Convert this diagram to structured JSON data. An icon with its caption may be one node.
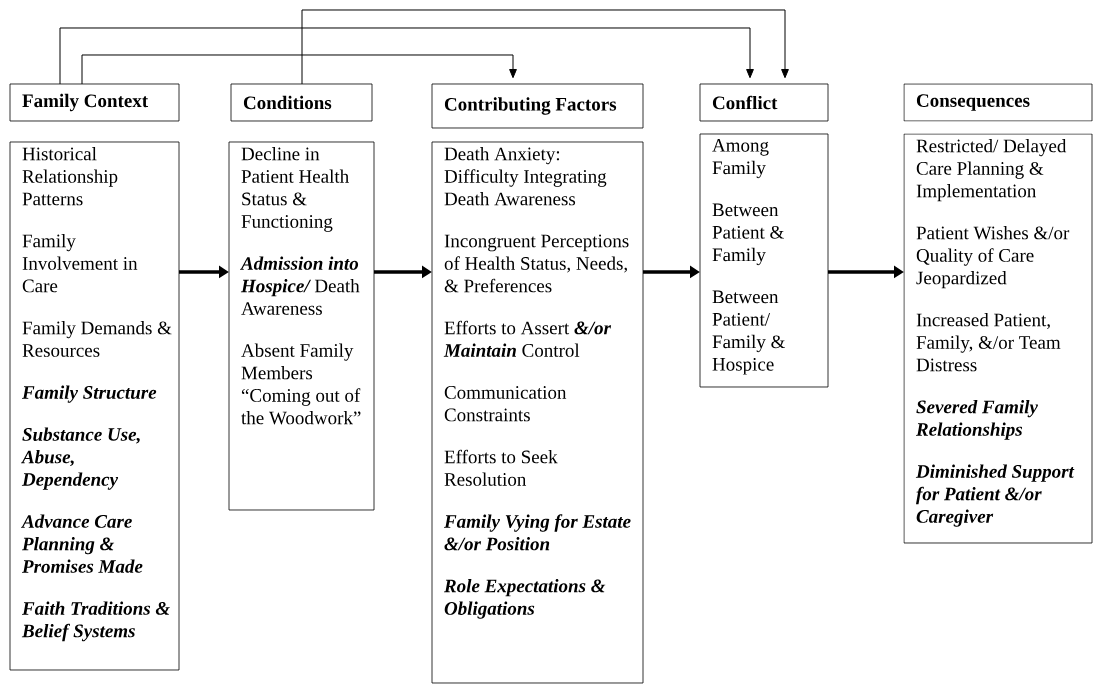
{
  "diagram": {
    "nodes": [
      {
        "text": [
          "Family Context"
        ]
      },
      {
        "text": [
          "Conditions"
        ]
      },
      {
        "text": [
          "Contributing Factors"
        ]
      },
      {
        "text": [
          "Conflict"
        ]
      },
      {
        "text": [
          "Consequences"
        ]
      },
      {
        "text": [
          "Historical Relationship Patterns",
          "Family Involvement in Care",
          "Family Demands & Resources",
          "Family Structure",
          "Substance Use, Abuse, Dependency",
          "Advance Care Planning & Promises Made",
          "Faith Traditions & Belief Systems"
        ]
      },
      {
        "text": [
          "Decline in Patient Health Status & Functioning",
          "**Admission into Hospice/** Death Awareness",
          "Absent Family Members “Coming out of the Woodwork”"
        ]
      },
      {
        "text": [
          "Death Anxiety: Difficulty Integrating Death Awareness",
          "Incongruent Perceptions of Health Status, Needs, & Preferences",
          "Efforts to Assert **&/or Maintain** Control",
          "Communication Constraints",
          "Efforts to Seek Resolution",
          "Family Vying for Estate &/or Position",
          "Role Expectations & Obligations"
        ]
      },
      {
        "text": [
          "Among Family",
          "Between Patient & Family",
          "Between Patient/ Family & Hospice"
        ]
      },
      {
        "text": [
          "Restricted/ Delayed Care Planning & Implementation",
          "Patient Wishes &/or Quality of Care Jeopardized",
          "Increased Patient, Family, &/or Team Distress",
          "Severed Family Relationships",
          "Diminished Support for Patient &/or Caregiver"
        ]
      }
    ],
    "edges": [
      {
        "from": 0,
        "to": 3,
        "arrow": "to"
      },
      {
        "from": 0,
        "to": 2,
        "arrow": "to"
      },
      {
        "from": 1,
        "to": 3,
        "arrow": "to"
      },
      {
        "from": 5,
        "to": 6,
        "arrow": "to"
      },
      {
        "from": 6,
        "to": 7,
        "arrow": "to"
      },
      {
        "from": 7,
        "to": 8,
        "arrow": "to"
      },
      {
        "from": 8,
        "to": 9,
        "arrow": "to"
      }
    ]
  }
}
